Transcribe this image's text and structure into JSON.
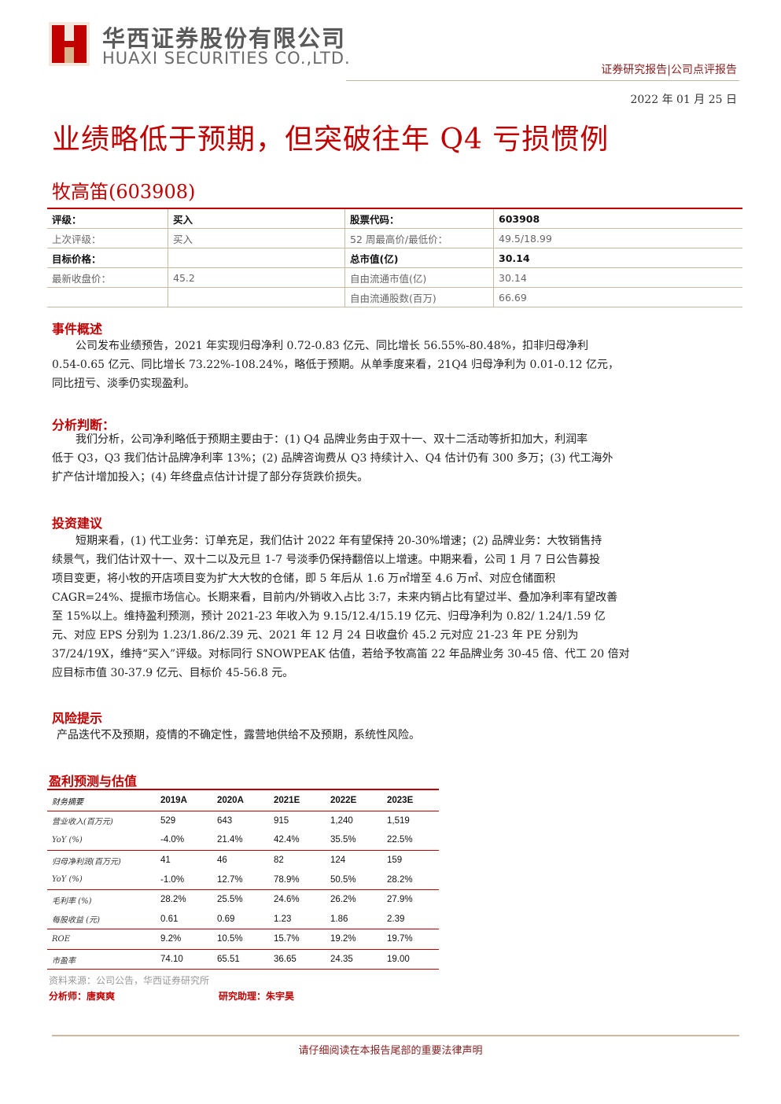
{
  "header": {
    "company_cn": "华西证券股份有限公司",
    "company_en": "HUAXI SECURITIES CO.,LTD.",
    "report_type": "证券研究报告|公司点评报告",
    "date": "2022 年 01 月 25 日",
    "brand_color": "#c00000"
  },
  "title": "业绩略低于预期，但突破往年 Q4 亏损惯例",
  "stock": "牧高笛(603908)",
  "info_table": [
    [
      "评级：",
      "买入",
      "股票代码：",
      "603908"
    ],
    [
      "上次评级：",
      "买入",
      "52 周最高价/最低价：",
      "49.5/18.99"
    ],
    [
      "目标价格：",
      "",
      "总市值(亿)",
      "30.14"
    ],
    [
      "最新收盘价：",
      "45.2",
      "自由流通市值(亿)",
      "30.14"
    ],
    [
      "",
      "",
      "自由流通股数(百万)",
      "66.69"
    ]
  ],
  "sections": {
    "event": {
      "heading": "事件概述",
      "lines": [
        "公司发布业绩预告，2021 年实现归母净利 0.72-0.83 亿元、同比增长 56.55%-80.48%，扣非归母净利",
        "0.54-0.65 亿元、同比增长 73.22%-108.24%，略低于预期。从单季度来看，21Q4 归母净利为 0.01-0.12 亿元，",
        "同比扭亏、淡季仍实现盈利。"
      ]
    },
    "analysis": {
      "heading": "分析判断：",
      "lines": [
        "我们分析，公司净利略低于预期主要由于：(1) Q4 品牌业务由于双十一、双十二活动等折扣加大，利润率",
        "低于 Q3，Q3 我们估计品牌净利率 13%；(2) 品牌咨询费从 Q3 持续计入、Q4 估计仍有 300 多万；(3) 代工海外",
        "扩产估计增加投入；(4) 年终盘点估计计提了部分存货跌价损失。"
      ]
    },
    "investment": {
      "heading": "投资建议",
      "lines": [
        "短期来看，(1) 代工业务：订单充足，我们估计 2022 年有望保持 20-30%增速；(2) 品牌业务：大牧销售持",
        "续景气，我们估计双十一、双十二以及元旦 1-7 号淡季仍保持翻倍以上增速。中期来看，公司 1 月 7 日公告募投",
        "项目变更，将小牧的开店项目变为扩大大牧的仓储，即 5 年后从 1.6 万㎡增至 4.6 万㎡、对应仓储面积",
        "CAGR=24%、提振市场信心。长期来看，目前内/外销收入占比 3:7，未来内销占比有望过半、叠加净利率有望改善",
        "至 15%以上。维持盈利预测，预计 2021-23 年收入为 9.15/12.4/15.19 亿元、归母净利为 0.82/ 1.24/1.59 亿",
        "元、对应 EPS 分别为 1.23/1.86/2.39 元、2021 年 12 月 24 日收盘价 45.2 元对应 21-23 年 PE 分别为",
        "37/24/19X，维持“买入”评级。对标同行 SNOWPEAK 估值，若给予牧高笛 22 年品牌业务 30-45 倍、代工 20 倍对",
        "应目标市值 30-37.9 亿元、目标价 45-56.8 元。"
      ]
    },
    "risk": {
      "heading": "风险提示",
      "lines": [
        "产品迭代不及预期，疫情的不确定性，露营地供给不及预期，系统性风险。"
      ]
    }
  },
  "forecast": {
    "title": "盈利预测与估值",
    "header": [
      "财务摘要",
      "2019A",
      "2020A",
      "2021E",
      "2022E",
      "2023E"
    ],
    "rows": [
      [
        "营业收入(百万元)",
        "529",
        "643",
        "915",
        "1,240",
        "1,519"
      ],
      [
        "YoY (%)",
        "-4.0%",
        "21.4%",
        "42.4%",
        "35.5%",
        "22.5%"
      ],
      [
        "归母净利润(百万元)",
        "41",
        "46",
        "82",
        "124",
        "159"
      ],
      [
        "YoY (%)",
        "-1.0%",
        "12.7%",
        "78.9%",
        "50.5%",
        "28.2%"
      ],
      [
        "毛利率 (%)",
        "28.2%",
        "25.5%",
        "24.6%",
        "26.2%",
        "27.9%"
      ],
      [
        "每股收益 (元)",
        "0.61",
        "0.69",
        "1.23",
        "1.86",
        "2.39"
      ],
      [
        "ROE",
        "9.2%",
        "10.5%",
        "15.7%",
        "19.2%",
        "19.7%"
      ],
      [
        "市盈率",
        "74.10",
        "65.51",
        "36.65",
        "24.35",
        "19.00"
      ]
    ],
    "source": "资料来源：公司公告，华西证券研究所"
  },
  "analyst": "分析师：唐爽爽",
  "assistant": "研究助理：朱宇昊",
  "footer": "请仔细阅读在本报告尾部的重要法律声明"
}
